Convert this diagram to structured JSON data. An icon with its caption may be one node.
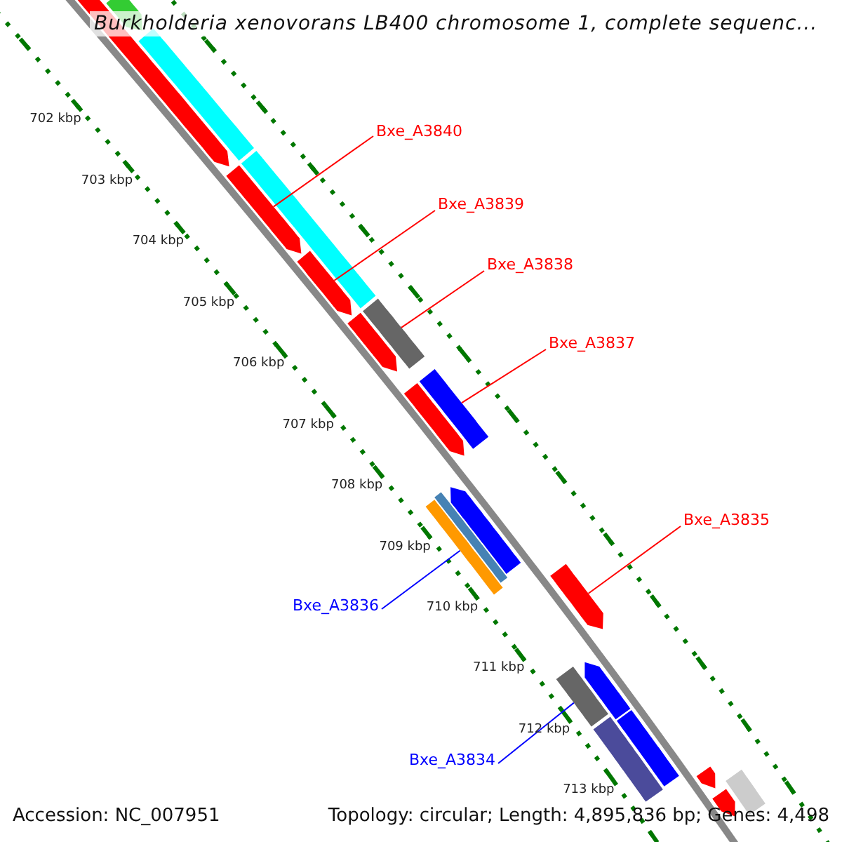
{
  "diagram": {
    "title": "Burkholderia xenovorans LB400 chromosome 1, complete sequenc...",
    "nodes": [
      {
        "text": [
          "Bxe_A3840"
        ]
      },
      {
        "text": [
          "Bxe_A3839"
        ]
      },
      {
        "text": [
          "Bxe_A3838"
        ]
      },
      {
        "text": [
          "Bxe_A3837"
        ]
      },
      {
        "text": [
          "Bxe_A3835"
        ]
      },
      {
        "text": [
          "Bxe_A3836"
        ]
      },
      {
        "text": [
          "Bxe_A3834"
        ]
      },
      {
        "text": [],
        "shape": "bar"
      },
      {
        "text": [],
        "shape": "bar"
      },
      {
        "text": [],
        "shape": "bar"
      },
      {
        "text": [],
        "shape": "bar"
      },
      {
        "text": [],
        "shape": "bar"
      },
      {
        "text": [],
        "shape": "bar"
      },
      {
        "text": [],
        "shape": "bar"
      },
      {
        "text": [],
        "shape": "bar"
      },
      {
        "text": [],
        "shape": "bar"
      },
      {
        "text": [],
        "shape": "bar"
      },
      {
        "text": [],
        "shape": "bar"
      },
      {
        "text": [],
        "shape": "bar"
      },
      {
        "text": [],
        "shape": "bar"
      },
      {
        "text": [],
        "shape": "bar"
      },
      {
        "text": [],
        "shape": "bar"
      },
      {
        "text": [],
        "shape": "bar"
      },
      {
        "text": [],
        "shape": "bar"
      },
      {
        "text": [],
        "shape": "bar"
      },
      {
        "text": [],
        "shape": "bar"
      },
      {
        "text": [],
        "shape": "bar"
      },
      {
        "text": [],
        "shape": "bar"
      }
    ],
    "edges": [
      {
        "from": 0,
        "to": 10,
        "arrow": "none"
      },
      {
        "from": 1,
        "to": 12,
        "arrow": "none"
      },
      {
        "from": 2,
        "to": 14,
        "arrow": "none"
      },
      {
        "from": 3,
        "to": 16,
        "arrow": "none"
      },
      {
        "from": 4,
        "to": 20,
        "arrow": "none"
      },
      {
        "from": 5,
        "to": 19,
        "arrow": "none",
        "color": "#0000ff"
      },
      {
        "from": 6,
        "to": 21,
        "arrow": "none",
        "color": "#0000ff"
      }
    ],
    "labels": [
      "702 kbp",
      "703 kbp",
      "704 kbp",
      "705 kbp",
      "706 kbp",
      "707 kbp",
      "708 kbp",
      "709 kbp",
      "710 kbp",
      "711 kbp",
      "712 kbp",
      "713 kbp",
      "Accession: NC_007951",
      "Topology: circular; Length: 4,895,836 bp; Genes: 4,498"
    ]
  }
}
